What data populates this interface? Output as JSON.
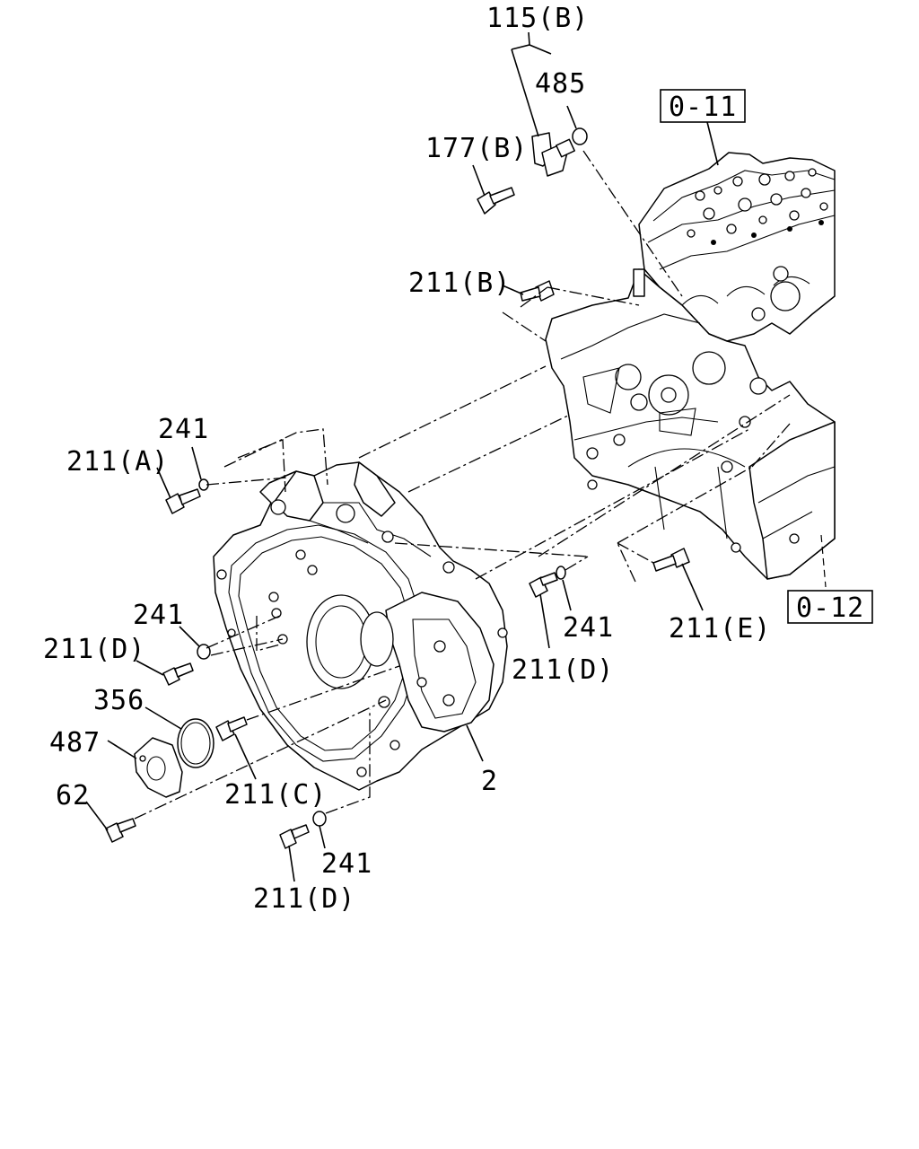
{
  "reference_boxes": [
    {
      "id": "ref-upper",
      "text": "0-11"
    },
    {
      "id": "ref-lower",
      "text": "0-12"
    }
  ],
  "callouts": [
    {
      "id": "c-115b",
      "text": "115(B)"
    },
    {
      "id": "c-485",
      "text": "485"
    },
    {
      "id": "c-177b",
      "text": "177(B)"
    },
    {
      "id": "c-211b",
      "text": "211(B)"
    },
    {
      "id": "c-241-a",
      "text": "241"
    },
    {
      "id": "c-211a",
      "text": "211(A)"
    },
    {
      "id": "c-241-d1",
      "text": "241"
    },
    {
      "id": "c-211d-1",
      "text": "211(D)"
    },
    {
      "id": "c-356",
      "text": "356"
    },
    {
      "id": "c-487",
      "text": "487"
    },
    {
      "id": "c-62",
      "text": "62"
    },
    {
      "id": "c-211c",
      "text": "211(C)"
    },
    {
      "id": "c-2",
      "text": "2"
    },
    {
      "id": "c-241-d2",
      "text": "241"
    },
    {
      "id": "c-211d-2",
      "text": "211(D)"
    },
    {
      "id": "c-241-d3",
      "text": "241"
    },
    {
      "id": "c-211d-3",
      "text": "211(D)"
    },
    {
      "id": "c-211e",
      "text": "211(E)"
    }
  ]
}
